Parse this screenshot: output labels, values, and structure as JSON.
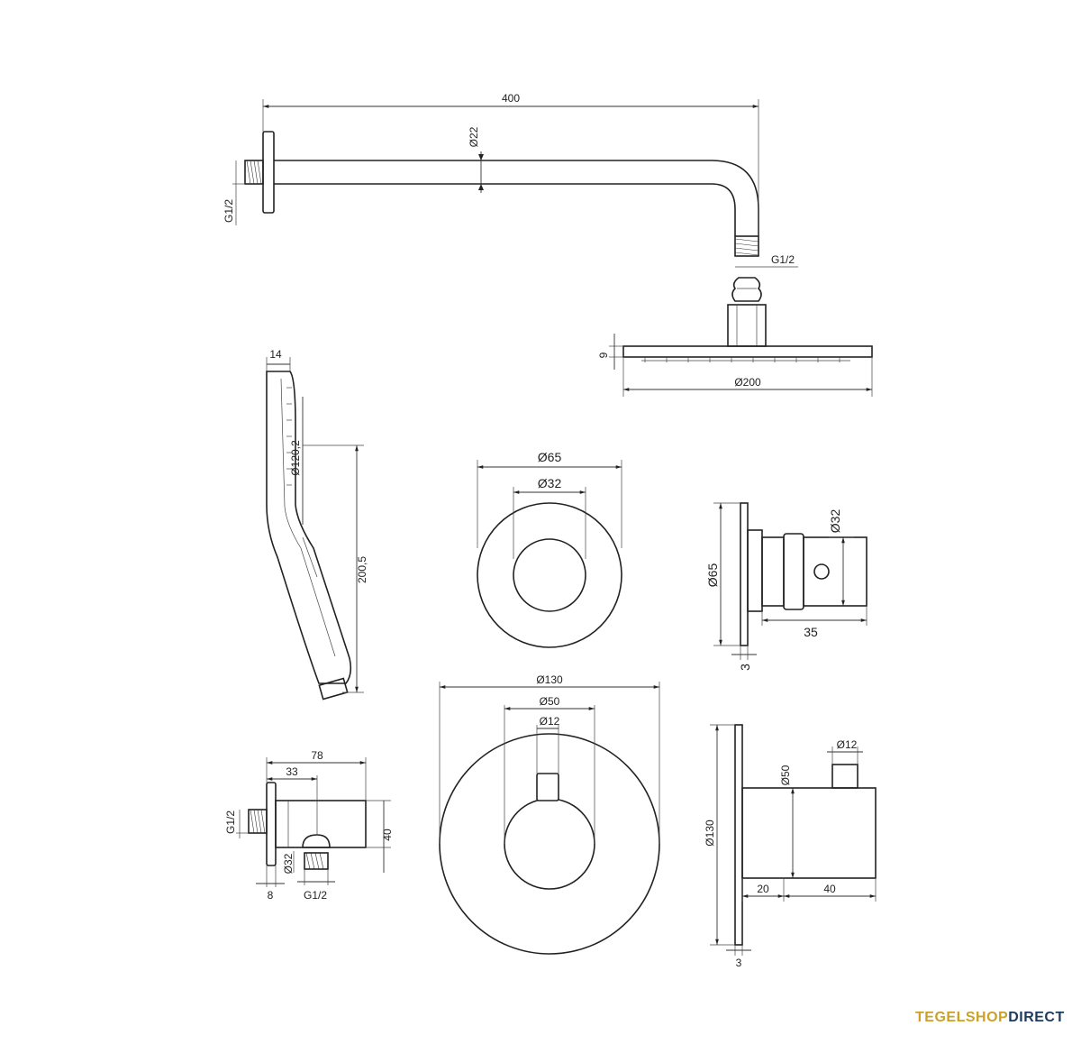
{
  "shower_arm": {
    "length": "400",
    "diameter": "Ø22",
    "wall_thread": "G1/2",
    "outlet_thread": "G1/2"
  },
  "shower_head": {
    "diameter": "Ø200",
    "thickness": "9"
  },
  "hand_shower": {
    "width": "14",
    "head_diameter": "Ø120,2",
    "length": "200,5"
  },
  "control_front": {
    "outer_diameter": "Ø65",
    "inner_diameter": "Ø32"
  },
  "control_side": {
    "rosette_diameter": "Ø65",
    "knob_diameter": "Ø32",
    "depth": "35",
    "plate_thickness": "3"
  },
  "wall_connector": {
    "length": "78",
    "offset": "33",
    "height": "40",
    "wall_thread": "G1/2",
    "outlet_diameter": "Ø32",
    "outlet_thread": "G1/2",
    "plate_thickness": "8"
  },
  "thermostat_front": {
    "plate_diameter": "Ø130",
    "body_diameter": "Ø50",
    "spindle_diameter": "Ø12"
  },
  "thermostat_side": {
    "plate_diameter": "Ø130",
    "body_diameter": "Ø50",
    "spindle_diameter": "Ø12",
    "depth_a": "20",
    "depth_b": "40",
    "plate_thickness": "3"
  },
  "brand": {
    "part_a": "TEGELSHOP",
    "part_b": "DIRECT",
    "color_a": "#c9a227",
    "color_b": "#1d3a5f"
  }
}
